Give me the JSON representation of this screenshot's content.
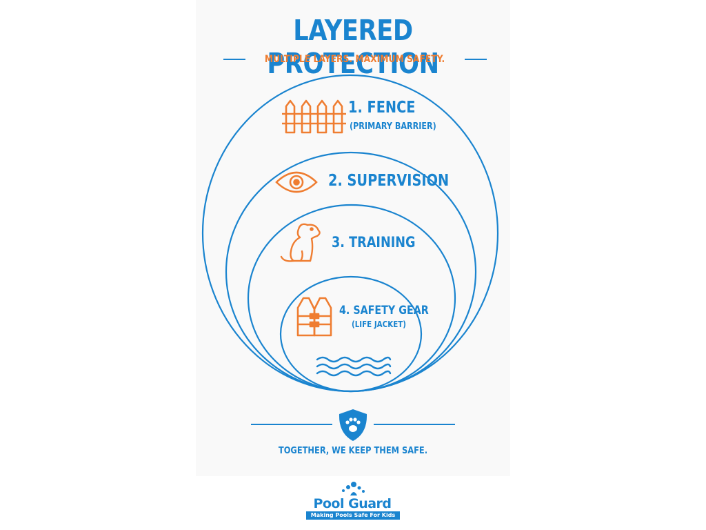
{
  "header": {
    "title": "LAYERED PROTECTION",
    "subtitle": "MULTIPLE LAYERS. MAXIMUM SAFETY."
  },
  "layers": [
    {
      "title": "1. FENCE",
      "subtitle": "(PRIMARY BARRIER)",
      "icon": "fence-icon"
    },
    {
      "title": "2. SUPERVISION",
      "subtitle": "",
      "icon": "eye-icon"
    },
    {
      "title": "3. TRAINING",
      "subtitle": "",
      "icon": "dog-icon"
    },
    {
      "title": "4. SAFETY GEAR",
      "subtitle": "(LIFE JACKET)",
      "icon": "life-jacket-icon"
    }
  ],
  "water_icon": "water-waves-icon",
  "footer": {
    "badge_icon": "shield-paw-icon",
    "text": "TOGETHER, WE KEEP THEM SAFE."
  },
  "brand": {
    "name": "Pool Guard",
    "tagline": "Making Pools Safe For Kids",
    "logo_icon": "water-splash-icon"
  },
  "colors": {
    "primary_blue": "#1a84cf",
    "accent_orange": "#ef7d31",
    "panel_background": "#f9f9f9"
  }
}
